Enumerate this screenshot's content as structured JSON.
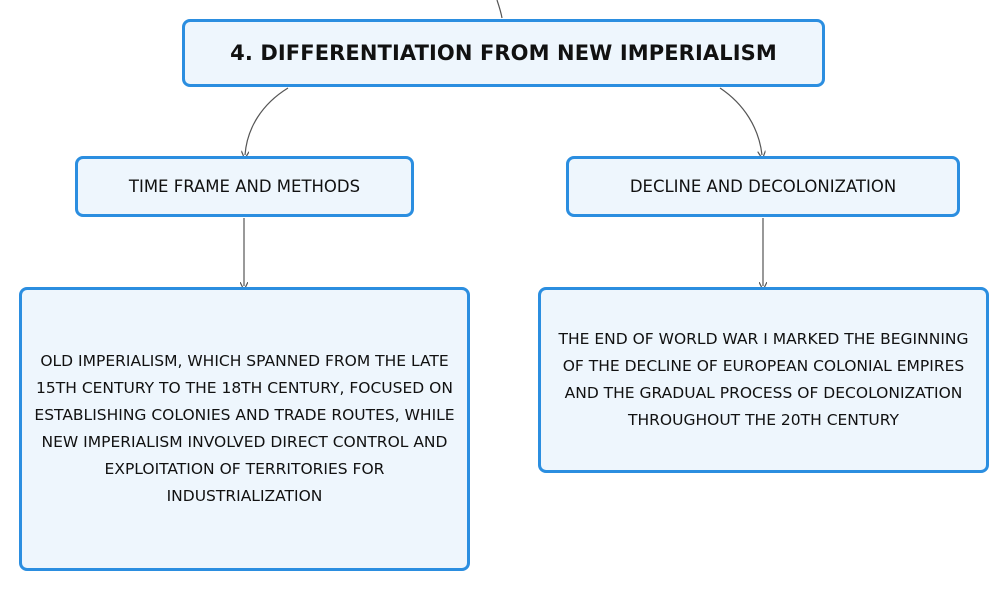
{
  "diagram": {
    "root": {
      "title": "4. DIFFERENTIATION FROM NEW IMPERIALISM"
    },
    "branches": [
      {
        "label": "TIME FRAME AND METHODS",
        "detail": "OLD IMPERIALISM, WHICH SPANNED FROM THE LATE 15TH CENTURY TO THE 18TH CENTURY, FOCUSED ON ESTABLISHING COLONIES AND TRADE ROUTES, WHILE NEW IMPERIALISM INVOLVED DIRECT CONTROL AND EXPLOITATION OF TERRITORIES FOR INDUSTRIALIZATION"
      },
      {
        "label": "DECLINE AND DECOLONIZATION",
        "detail": "THE END OF WORLD WAR I MARKED THE BEGINNING OF THE DECLINE OF EUROPEAN COLONIAL EMPIRES AND THE GRADUAL PROCESS OF DECOLONIZATION THROUGHOUT THE 20TH CENTURY"
      }
    ],
    "colors": {
      "node_border": "#2b8ee0",
      "node_fill": "#eef6fd",
      "connector": "#555555",
      "text": "#111111"
    }
  }
}
